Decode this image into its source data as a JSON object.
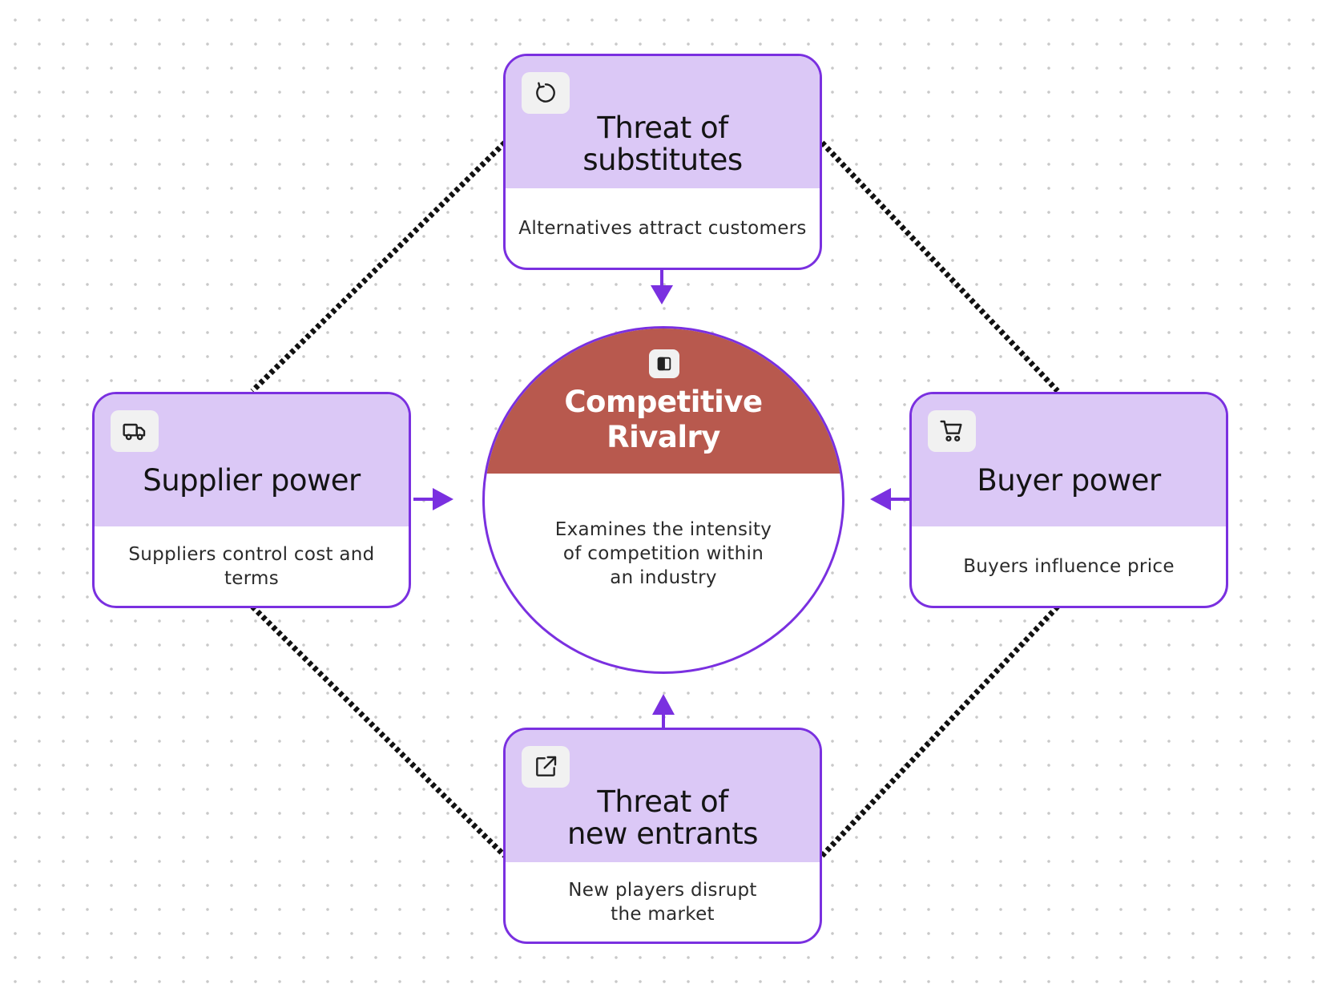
{
  "colors": {
    "accent": "#7a30e0",
    "card_header": "#dbc8f6",
    "center_header": "#b8594e",
    "connector": "#111111"
  },
  "center": {
    "icon": "book-icon",
    "title": "Competitive\nRivalry",
    "description": "Examines the intensity\nof competition within\nan industry"
  },
  "forces": {
    "top": {
      "icon": "refresh-icon",
      "title": "Threat of\nsubstitutes",
      "description": "Alternatives attract customers"
    },
    "left": {
      "icon": "truck-icon",
      "title": "Supplier power",
      "description": "Suppliers control cost and\nterms"
    },
    "right": {
      "icon": "shopping-cart-icon",
      "title": "Buyer power",
      "description": "Buyers influence price"
    },
    "bottom": {
      "icon": "external-link-icon",
      "title": "Threat of\nnew entrants",
      "description": "New players disrupt\nthe market"
    }
  }
}
